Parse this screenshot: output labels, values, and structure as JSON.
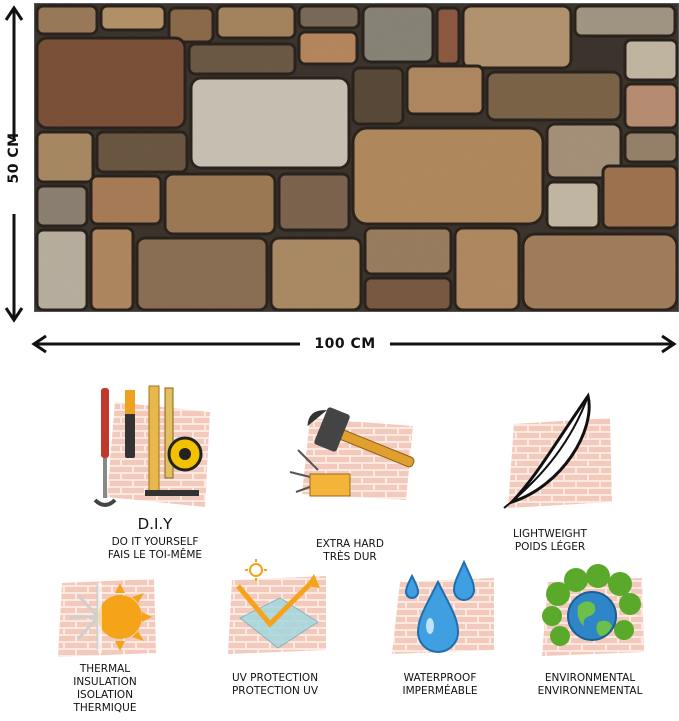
{
  "dimensions": {
    "height_label": "50 CM",
    "width_label": "100 CM"
  },
  "features": [
    {
      "id": "diy",
      "title": "D.I.Y",
      "lines": [
        "DO IT YOURSELF",
        "FAIS LE TOI-MÊME"
      ],
      "icon": "tools-icon"
    },
    {
      "id": "extra-hard",
      "lines": [
        "EXTRA HARD",
        "TRÈS DUR"
      ],
      "icon": "hammer-icon"
    },
    {
      "id": "lightweight",
      "lines": [
        "LIGHTWEIGHT",
        "POIDS LÉGER"
      ],
      "icon": "feather-icon"
    },
    {
      "id": "thermal",
      "lines": [
        "THERMAL",
        "INSULATION",
        "ISOLATION",
        "THERMIQUE"
      ],
      "icon": "snowflake-sun-icon"
    },
    {
      "id": "uv",
      "lines": [
        "UV PROTECTION",
        "PROTECTION UV"
      ],
      "icon": "uv-shield-icon"
    },
    {
      "id": "waterproof",
      "lines": [
        "WATERPROOF",
        "IMPERMÉABLE"
      ],
      "icon": "water-drops-icon"
    },
    {
      "id": "environmental",
      "lines": [
        "ENVIRONMENTAL",
        "ENVIRONNEMENTAL"
      ],
      "icon": "earth-icon"
    }
  ],
  "colors": {
    "brick_tile": "#f3c9bb",
    "brick_mortar": "#fbe9e2",
    "stone_dark": "#3b342c",
    "water": "#3f9fe0",
    "sun": "#f5a318",
    "leaf": "#5aa92a"
  }
}
